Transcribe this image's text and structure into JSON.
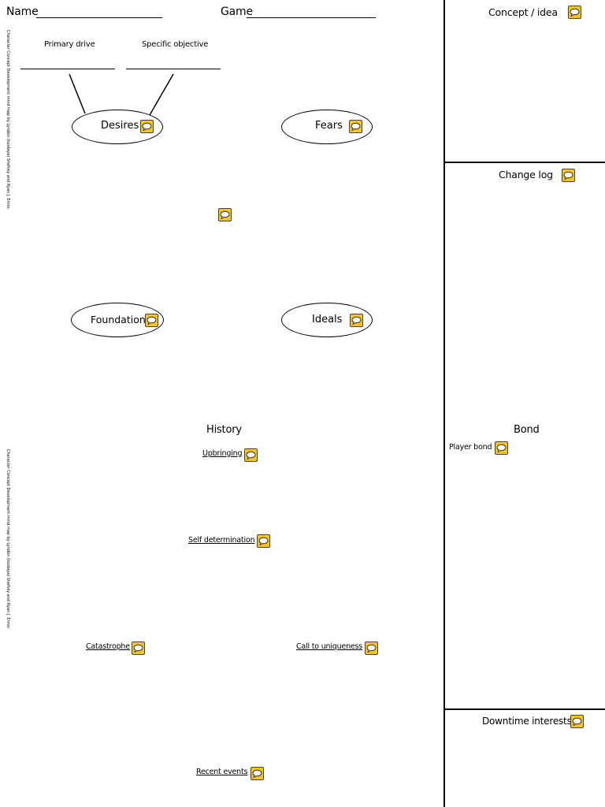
{
  "header": {
    "name_label": "Name",
    "game_label": "Game"
  },
  "drives": {
    "primary_label": "Primary drive",
    "specific_label": "Specific objective"
  },
  "ovals": {
    "desires": "Desires",
    "fears": "Fears",
    "foundations": "Foundations",
    "ideals": "Ideals"
  },
  "history": {
    "title": "History",
    "upbringing": "Upbringing",
    "self_determination": "Self determination",
    "catastrophe": "Catastrophe",
    "call_to_uniqueness": "Call to uniqueness",
    "recent_events": "Recent events"
  },
  "sidebar": {
    "concept": "Concept / idea",
    "change_log": "Change log",
    "bond": "Bond",
    "player_bond": "Player bond",
    "downtime": "Downtime interests"
  },
  "credit": "Character Concept Development mind map by Lyndon (Isodaya) Shefsky and Ryan J. Ennis",
  "icons": {
    "note": "comment-note-icon",
    "note_color": "#f7c51b"
  }
}
